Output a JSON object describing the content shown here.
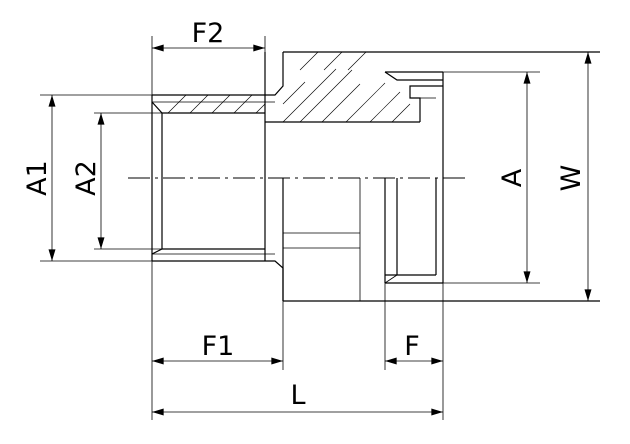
{
  "dimensions": {
    "F2": "F2",
    "A1": "A1",
    "A2": "A2",
    "A": "A",
    "W": "W",
    "F1": "F1",
    "F": "F",
    "L": "L"
  }
}
